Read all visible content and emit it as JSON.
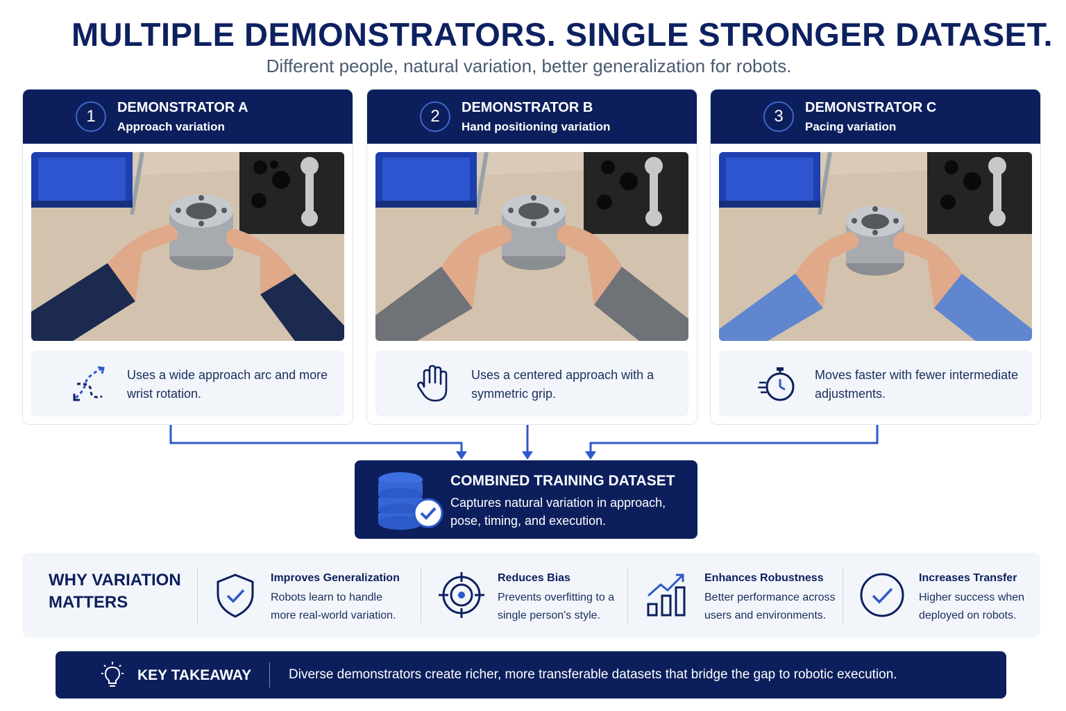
{
  "header": {
    "title": "MULTIPLE DEMONSTRATORS. SINGLE STRONGER DATASET.",
    "subtitle": "Different people, natural variation, better generalization for robots."
  },
  "demonstrators": [
    {
      "number": "1",
      "title": "DEMONSTRATOR A",
      "subtitle": "Approach variation",
      "icon": "approach-arc-icon",
      "description": "Uses a wide approach arc and more wrist rotation.",
      "sleeve_color": "#1b2a4e"
    },
    {
      "number": "2",
      "title": "DEMONSTRATOR B",
      "subtitle": "Hand positioning variation",
      "icon": "hand-icon",
      "description": "Uses a centered approach with a symmetric grip.",
      "sleeve_color": "#6f7378"
    },
    {
      "number": "3",
      "title": "DEMONSTRATOR C",
      "subtitle": "Pacing variation",
      "icon": "stopwatch-icon",
      "description": "Moves faster with fewer intermediate adjustments.",
      "sleeve_color": "#5f86cf"
    }
  ],
  "dataset": {
    "title": "COMBINED TRAINING DATASET",
    "description": "Captures natural variation in approach, pose, timing, and execution.",
    "icon": "database-check-icon"
  },
  "why": {
    "title": "WHY VARIATION MATTERS",
    "benefits": [
      {
        "icon": "shield-check-icon",
        "title": "Improves Generalization",
        "text": "Robots learn to handle more real-world variation."
      },
      {
        "icon": "target-icon",
        "title": "Reduces Bias",
        "text": "Prevents overfitting to a single person's style."
      },
      {
        "icon": "growth-chart-icon",
        "title": "Enhances Robustness",
        "text": "Better performance across users and environments."
      },
      {
        "icon": "check-circle-icon",
        "title": "Increases Transfer",
        "text": "Higher success when deployed on robots."
      }
    ]
  },
  "takeaway": {
    "icon": "lightbulb-icon",
    "title": "KEY TAKEAWAY",
    "text": "Diverse demonstrators create richer, more transferable datasets that bridge the gap to robotic execution."
  },
  "colors": {
    "navy": "#0c1f5c",
    "accent": "#2f58c8",
    "panel": "#f2f5fa"
  }
}
